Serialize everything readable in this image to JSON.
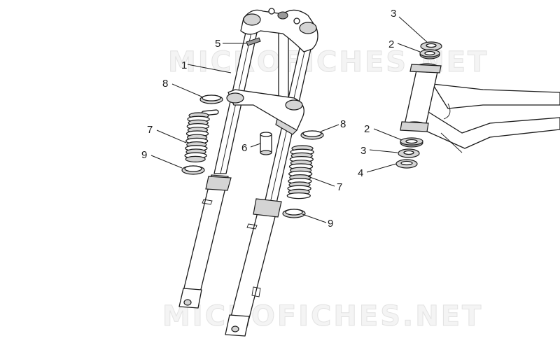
{
  "watermark": {
    "text_top": "MICROFICHES.NET",
    "text_bottom": "MICROFICHES.NET"
  },
  "callouts": [
    {
      "id": "c1",
      "label": "1"
    },
    {
      "id": "c5",
      "label": "5"
    },
    {
      "id": "c8a",
      "label": "8"
    },
    {
      "id": "c7a",
      "label": "7"
    },
    {
      "id": "c9a",
      "label": "9"
    },
    {
      "id": "c6",
      "label": "6"
    },
    {
      "id": "c8b",
      "label": "8"
    },
    {
      "id": "c7b",
      "label": "7"
    },
    {
      "id": "c9b",
      "label": "9"
    },
    {
      "id": "c3a",
      "label": "3"
    },
    {
      "id": "c2a",
      "label": "2"
    },
    {
      "id": "c2b",
      "label": "2"
    },
    {
      "id": "c3b",
      "label": "3"
    },
    {
      "id": "c4",
      "label": "4"
    }
  ]
}
